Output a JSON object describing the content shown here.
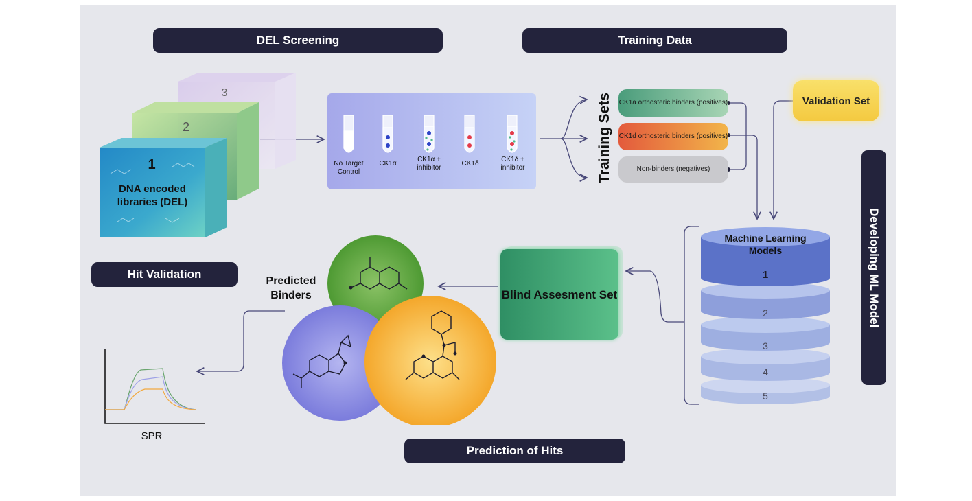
{
  "headers": {
    "del_screening": "DEL Screening",
    "training_data": "Training Data",
    "hit_validation": "Hit Validation",
    "prediction_of_hits": "Prediction of Hits",
    "developing_ml_model": "Developing ML Model"
  },
  "libraries": {
    "cube1_number": "1",
    "cube2_number": "2",
    "cube3_number": "3",
    "cube1_label": "DNA encoded libraries (DEL)"
  },
  "tubes": [
    {
      "label": "No Target Control"
    },
    {
      "label": "CK1α"
    },
    {
      "label": "CK1α + inhibitor"
    },
    {
      "label": "CK1δ"
    },
    {
      "label": "CK1δ + inhibitor"
    }
  ],
  "training_sets": {
    "title": "Training Sets",
    "items": [
      {
        "label": "CK1a orthosteric binders (positives)",
        "color": "#4fa07e"
      },
      {
        "label": "CK1d orthosteric binders (positives)",
        "color": "#e7633f"
      },
      {
        "label": "Non-binders (negatives)",
        "color": "#c8c8cc"
      }
    ]
  },
  "validation_set": "Validation Set",
  "ml_models": {
    "title": "Machine Learning Models",
    "layers": [
      "1",
      "2",
      "3",
      "4",
      "5"
    ]
  },
  "blind_assessment": "Blind Assesment Set",
  "predicted_binders": "Predicted Binders",
  "spr": "SPR",
  "colors": {
    "pill": "#23233c",
    "green_circle": "#5aa23c",
    "purple_circle": "#8e8fe4",
    "orange_circle": "#f6b434",
    "blind_box": "#3fa475",
    "validation": "#f7d24a"
  }
}
